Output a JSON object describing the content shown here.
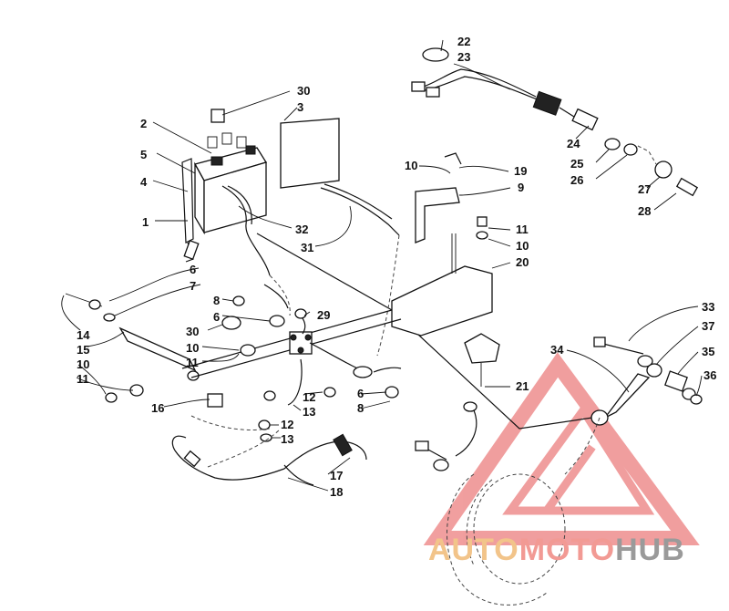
{
  "labels": {
    "l1": "1",
    "l2": "2",
    "l3": "3",
    "l4": "4",
    "l5": "5",
    "l6a": "6",
    "l6b": "6",
    "l6c": "6",
    "l7": "7",
    "l8a": "8",
    "l8b": "8",
    "l9": "9",
    "l10a": "10",
    "l10b": "10",
    "l10c": "10",
    "l10d": "10",
    "l11a": "11",
    "l11b": "11",
    "l11c": "11",
    "l12a": "12",
    "l12b": "12",
    "l13a": "13",
    "l13b": "13",
    "l14": "14",
    "l15": "15",
    "l16": "16",
    "l17": "17",
    "l18": "18",
    "l19": "19",
    "l20": "20",
    "l21": "21",
    "l22": "22",
    "l23": "23",
    "l24": "24",
    "l25": "25",
    "l26": "26",
    "l27": "27",
    "l28": "28",
    "l29": "29",
    "l30a": "30",
    "l30b": "30",
    "l31": "31",
    "l32": "32",
    "l33": "33",
    "l34": "34",
    "l35": "35",
    "l36": "36",
    "l37": "37"
  },
  "watermark": {
    "part1": "AUTO",
    "part2": "MOTO",
    "part3": "HUB",
    "colors": {
      "auto": "#f2c48a",
      "moto": "#f29a94",
      "hub": "#9a9a9a",
      "triangle": "#ee8e8e"
    }
  }
}
